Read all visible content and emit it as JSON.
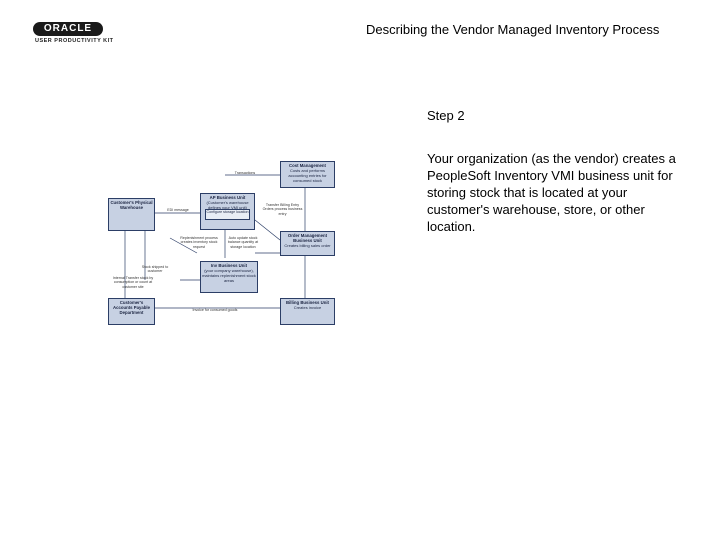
{
  "header": {
    "logo_text": "ORACLE",
    "logo_subtitle": "USER PRODUCTIVITY KIT",
    "title": "Describing the Vendor Managed Inventory Process"
  },
  "step": {
    "label": "Step 2",
    "description": "Your organization (as the vendor) creates a PeopleSoft Inventory VMI business unit for storing stock that is located at your customer's warehouse, store, or other location."
  },
  "diagram": {
    "boxes": {
      "customer_warehouse": {
        "title": "Customer's Physical Warehouse",
        "body": ""
      },
      "ap_business_unit": {
        "title": "AP Business Unit",
        "body": "(Customer's warehouse defines your VMI unit)",
        "inner": "Configure storage location"
      },
      "cost_management": {
        "title": "Cost Management",
        "body": "Costs and performs accounting entries for consumed stock"
      },
      "order_management": {
        "title": "Order Management Business Unit",
        "body": "Creates billing sales order"
      },
      "inv_vmi_unit": {
        "title": "Inv Business Unit",
        "body": "(your company warehouse), maintains replenishment stock areas"
      },
      "customer_payables": {
        "title": "Customer's Accounts Payable Department",
        "body": ""
      },
      "billing_business_unit": {
        "title": "Billing Business Unit",
        "body": "Creates invoice"
      }
    },
    "notes": {
      "edi_message": "EDI message",
      "transactions": "Transactions",
      "transfer_billing": "Transfer Billing Entry Orders process business entry",
      "replenishment": "Replenishment process creates inventory stock request",
      "auto_update": "Auto update stock balance quantity at storage location",
      "stock_shipped": "Stock shipped to customer",
      "internal_transfer": "Internal Transfer stock by consumption or count at customer site",
      "invoice_consumed": "Invoice for consumed goods"
    }
  }
}
